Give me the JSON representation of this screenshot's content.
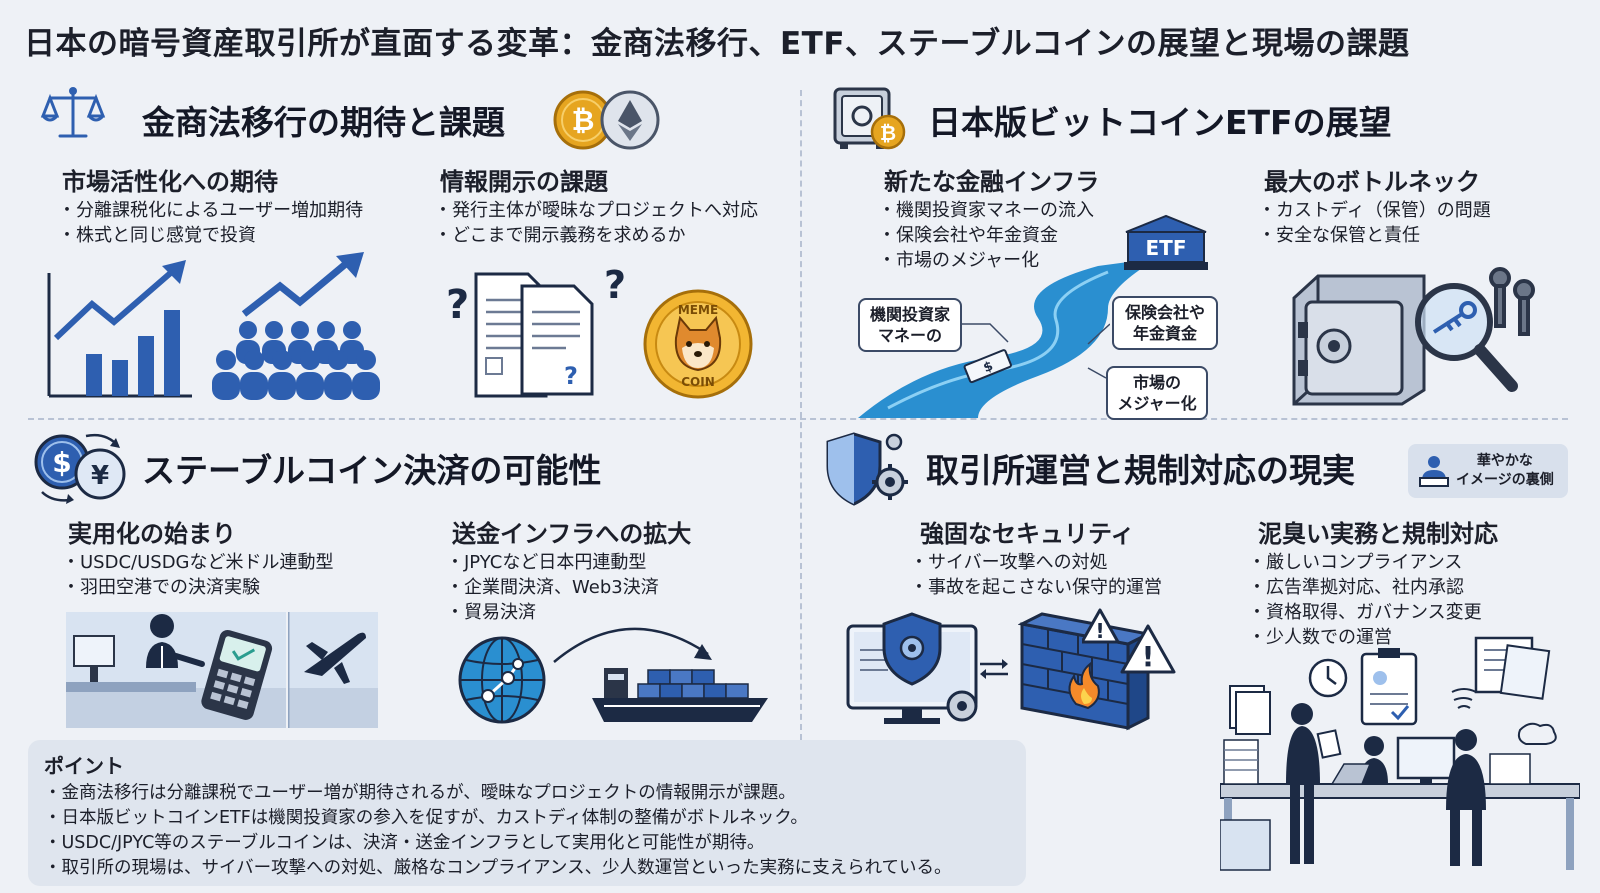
{
  "title": "日本の暗号資産取引所が直面する変革：金商法移行、ETF、ステーブルコインの展望と現場の課題",
  "colors": {
    "accent": "#2e5fb0",
    "text": "#1c1f2a",
    "river": "#2a8fd0",
    "coin": "#e6a520"
  },
  "q1": {
    "title": "金商法移行の期待と課題",
    "left": {
      "heading": "市場活性化への期待",
      "bullets": [
        "分離課税化によるユーザー増加期待",
        "株式と同じ感覚で投資"
      ]
    },
    "right": {
      "heading": "情報開示の課題",
      "bullets": [
        "発行主体が曖昧なプロジェクトへ対応",
        "どこまで開示義務を求めるか"
      ]
    },
    "icons": [
      "scales-icon",
      "bitcoin-coin-icon",
      "ethereum-coin-icon",
      "bar-chart-icon",
      "crowd-growth-icon",
      "documents-question-icon",
      "meme-coin-icon"
    ],
    "meme_coin": {
      "top": "MEME",
      "bottom": "COIN"
    }
  },
  "q2": {
    "title": "日本版ビットコインETFの展望",
    "left": {
      "heading": "新たな金融インフラ",
      "bullets": [
        "機関投資家マネーの流入",
        "保険会社や年金資金",
        "市場のメジャー化"
      ]
    },
    "right": {
      "heading": "最大のボトルネック",
      "bullets": [
        "カストディ（保管）の問題",
        "安全な保管と責任"
      ]
    },
    "etf_label": "ETF",
    "river_labels": [
      "機関投資家\nマネーの",
      "保険会社や\n年金資金",
      "市場の\nメジャー化"
    ],
    "icons": [
      "safe-bitcoin-icon",
      "etf-building-icon",
      "money-river-icon",
      "vault-magnifier-icon"
    ]
  },
  "q3": {
    "title": "ステーブルコイン決済の可能性",
    "left": {
      "heading": "実用化の始まり",
      "bullets": [
        "USDC/USDGなど米ドル連動型",
        "羽田空港での決済実験"
      ]
    },
    "right": {
      "heading": "送金インフラへの拡大",
      "bullets": [
        "JPYCなど日本円連動型",
        "企業間決済、Web3決済",
        "貿易決済"
      ]
    },
    "icons": [
      "currency-exchange-icon",
      "airport-counter-icon",
      "payment-terminal-icon",
      "airplane-icon",
      "globe-network-icon",
      "cargo-ship-icon"
    ]
  },
  "q4": {
    "title": "取引所運営と規制対応の現実",
    "badge": "華やかな\nイメージの裏側",
    "left": {
      "heading": "強固なセキュリティ",
      "bullets": [
        "サイバー攻撃への対処",
        "事故を起こさない保守的運営"
      ]
    },
    "right": {
      "heading": "泥臭い実務と規制対応",
      "bullets": [
        "厳しいコンプライアンス",
        "広告準拠対応、社内承認",
        "資格取得、ガバナンス変更",
        "少人数での運営"
      ]
    },
    "icons": [
      "shield-gear-icon",
      "monitor-shield-icon",
      "firewall-icon",
      "warning-icon",
      "office-workers-icon"
    ]
  },
  "points": {
    "title": "ポイント",
    "items": [
      "金商法移行は分離課税でユーザー増が期待されるが、曖昧なプロジェクトの情報開示が課題。",
      "日本版ビットコインETFは機関投資家の参入を促すが、カストディ体制の整備がボトルネック。",
      "USDC/JPYC等のステーブルコインは、決済・送金インフラとして実用化と可能性が期待。",
      "取引所の現場は、サイバー攻撃への対処、厳格なコンプライアンス、少人数運営といった実務に支えられている。"
    ]
  }
}
